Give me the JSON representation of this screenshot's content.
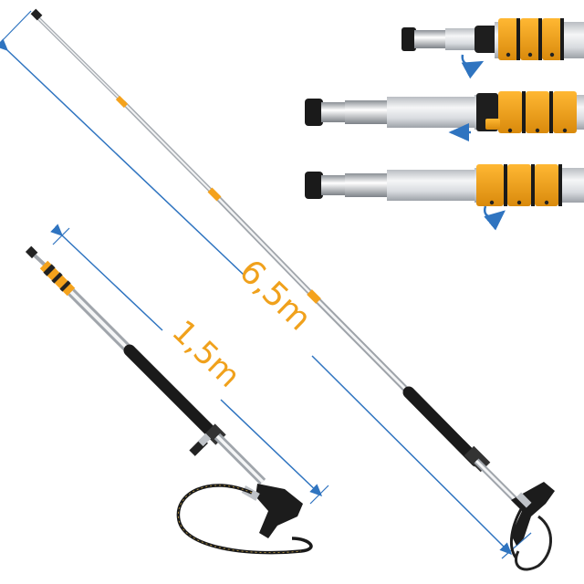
{
  "dimensions": {
    "extended_length": {
      "label": "6,5m",
      "color": "#f0a11c"
    },
    "collapsed_length": {
      "label": "1,5m",
      "color": "#f0a11c"
    },
    "arrow_color": "#2f74c0"
  },
  "colors": {
    "accent_orange": "#f4a21c",
    "foam_grip": "#1a1a1a",
    "aluminium": "#e4e6e9"
  },
  "details": [
    {
      "name": "lock-detail-1",
      "arrow_icon": "rotate-arrow-icon"
    },
    {
      "name": "lock-detail-2",
      "arrow_icon": "left-arrow-icon"
    },
    {
      "name": "lock-detail-3",
      "arrow_icon": "rotate-arrow-icon"
    }
  ]
}
